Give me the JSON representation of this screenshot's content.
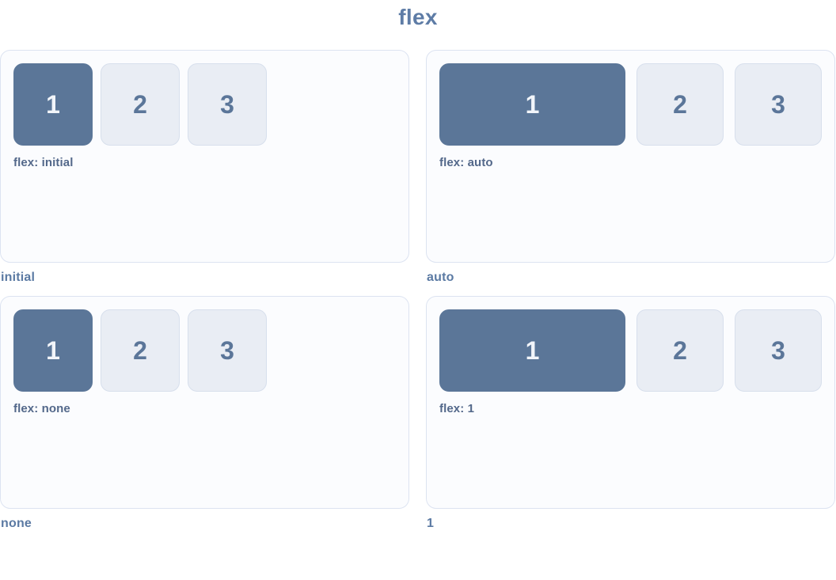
{
  "page": {
    "title": "flex"
  },
  "colors": {
    "accent": "#5b7698",
    "item_light_bg": "#e9edf4",
    "item_light_border": "#d7dfec",
    "card_bg": "#fbfcfe",
    "card_border": "#dce3f1",
    "text": "#5b7699",
    "label_text": "#53688a",
    "caption_text": "#5b7aa3",
    "number_on_dark": "#f2f5fa"
  },
  "cards": [
    {
      "caption": "initial",
      "label": "flex: initial",
      "items": [
        "1",
        "2",
        "3"
      ]
    },
    {
      "caption": "auto",
      "label": "flex: auto",
      "items": [
        "1",
        "2",
        "3"
      ]
    },
    {
      "caption": "none",
      "label": "flex: none",
      "items": [
        "1",
        "2",
        "3"
      ]
    },
    {
      "caption": "1",
      "label": "flex: 1",
      "items": [
        "1",
        "2",
        "3"
      ]
    }
  ]
}
